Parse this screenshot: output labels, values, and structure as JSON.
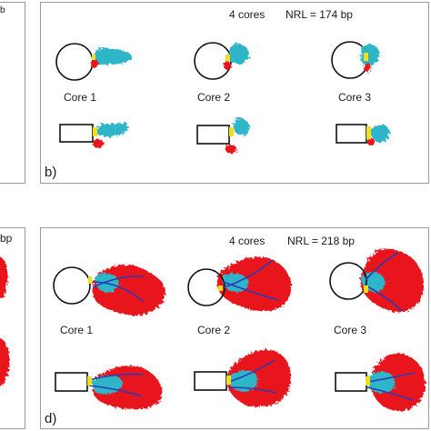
{
  "panel_b": {
    "header_cores": "4 cores",
    "header_nrl": "NRL = 174 bp",
    "core_labels": [
      "Core 1",
      "Core 2",
      "Core 3"
    ],
    "panel_label": "b)"
  },
  "panel_d": {
    "header_cores": "4 cores",
    "header_nrl": "NRL = 218 bp",
    "core_labels": [
      "Core 1",
      "Core 2",
      "Core 3"
    ],
    "panel_label": "d)"
  },
  "partial_left_top": "b",
  "partial_left_bottom": "bp",
  "colors": {
    "linker_cyan": "#2fb6c8",
    "tail_red": "#e8141b",
    "marker_yellow": "#f2df1e",
    "line_blue": "#2b3ab4",
    "panel_border": "#9a9a9a"
  }
}
